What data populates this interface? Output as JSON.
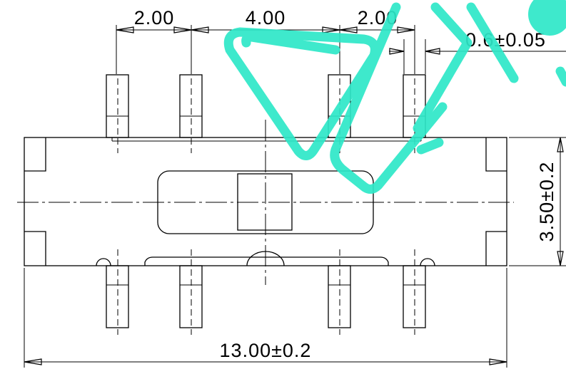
{
  "dimensions": {
    "pin_pitch_left": "2.00",
    "pin_pitch_middle": "4.00",
    "pin_pitch_right": "2.00",
    "pin_width": "0.6±0.05",
    "body_height": "3.50±0.2",
    "overall_length": "13.00±0.2"
  },
  "colors": {
    "line": "#000000",
    "watermark": "#2ee8c8",
    "background": "#ffffff"
  }
}
